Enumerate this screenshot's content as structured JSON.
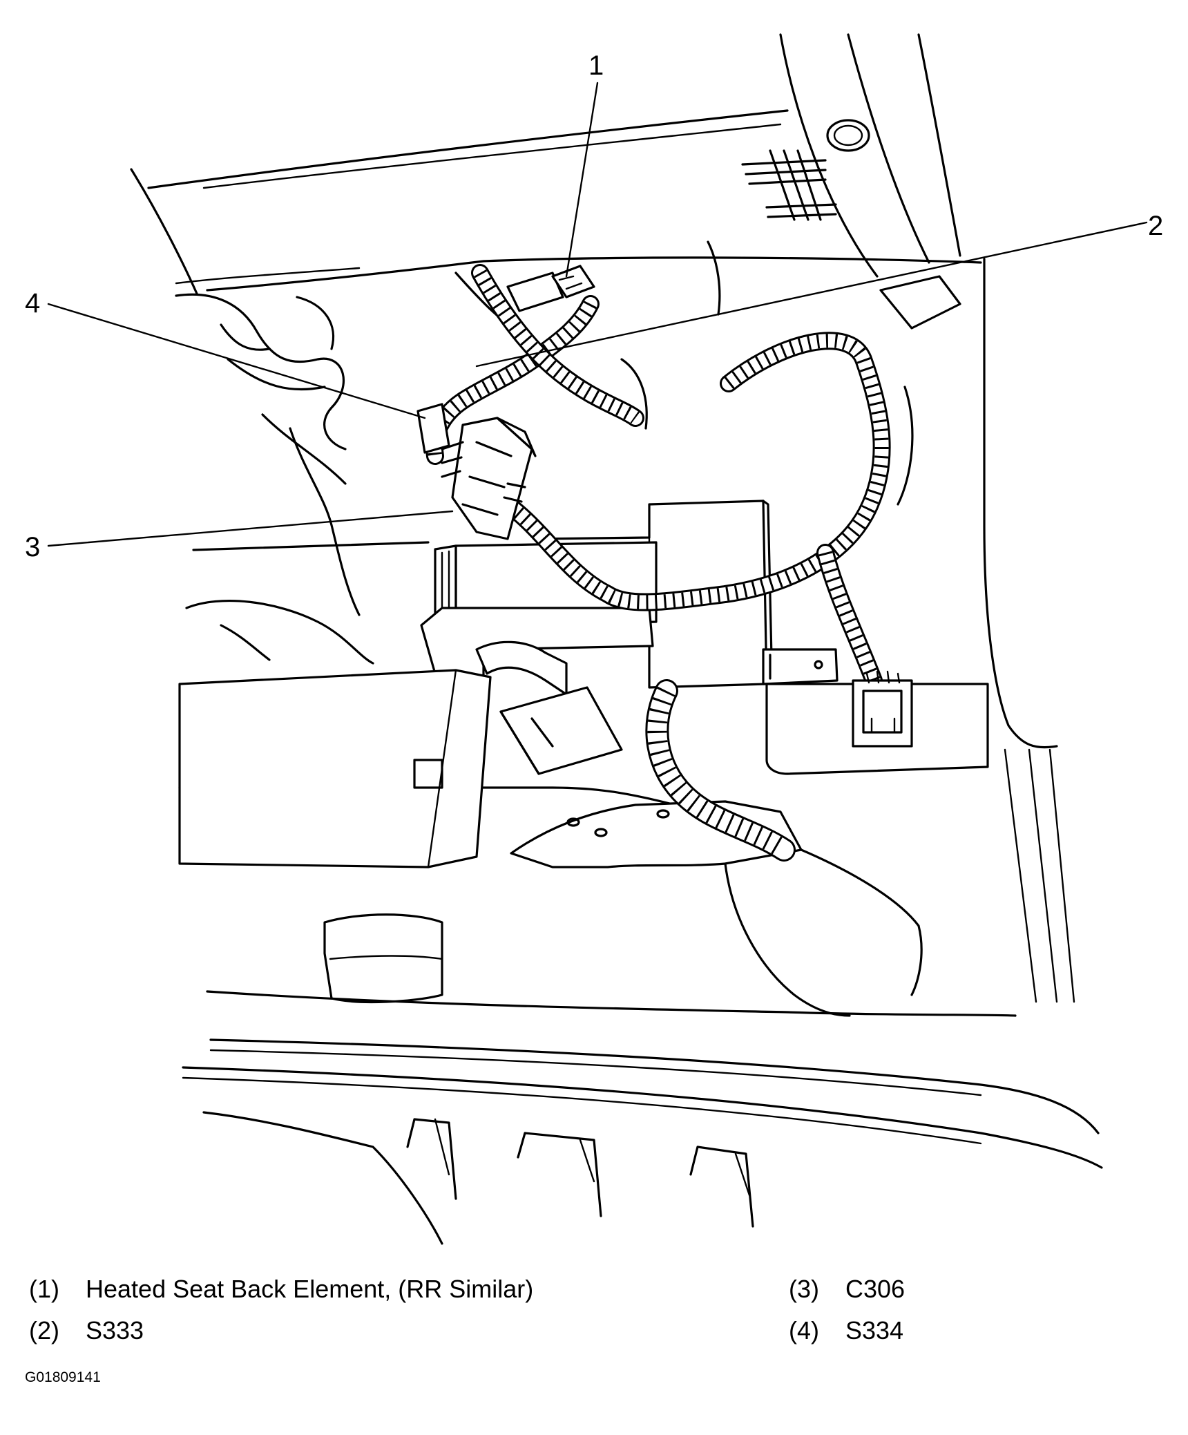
{
  "callouts": [
    {
      "id": "1",
      "label": "1"
    },
    {
      "id": "2",
      "label": "2"
    },
    {
      "id": "3",
      "label": "3"
    },
    {
      "id": "4",
      "label": "4"
    }
  ],
  "legend": [
    {
      "num": "(1)",
      "text": "Heated Seat Back Element, (RR Similar)"
    },
    {
      "num": "(2)",
      "text": "S333"
    },
    {
      "num": "(3)",
      "text": "C306"
    },
    {
      "num": "(4)",
      "text": "S334"
    }
  ],
  "figure_id": "G01809141"
}
